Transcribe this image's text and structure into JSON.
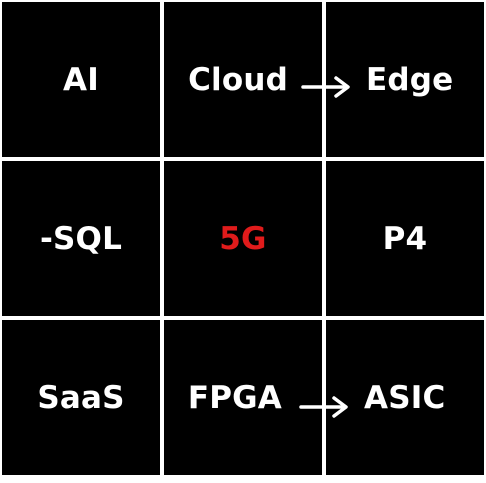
{
  "cells": [
    {
      "label": "AI"
    },
    {
      "label": "Cloud"
    },
    {
      "label": "Edge"
    },
    {
      "label": "-SQL"
    },
    {
      "label": "5G"
    },
    {
      "label": "P4"
    },
    {
      "label": "SaaS"
    },
    {
      "label": "FPGA"
    },
    {
      "label": "ASIC"
    }
  ],
  "colors": {
    "background": "#000000",
    "grid_lines": "#ffffff",
    "text": "#ffffff",
    "highlight": "#e01b1b"
  },
  "arrows": [
    {
      "from": "Cloud",
      "to": "Edge",
      "icon": "arrow-right-icon"
    },
    {
      "from": "FPGA",
      "to": "ASIC",
      "icon": "arrow-right-icon"
    }
  ]
}
